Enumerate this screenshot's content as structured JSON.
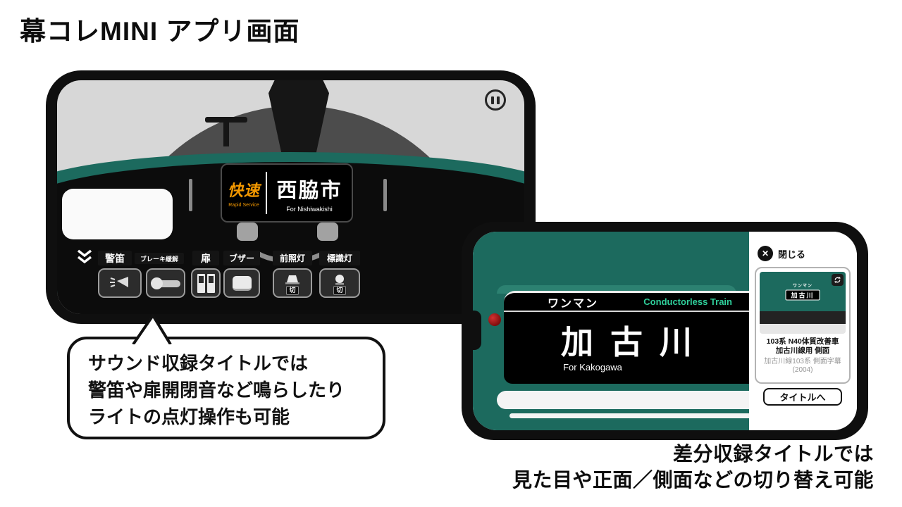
{
  "page": {
    "title": "幕コレMINI アプリ画面"
  },
  "colors": {
    "teal": "#1c6a5e",
    "orange": "#f39800",
    "green": "#2fcf9b",
    "red_light": "#7c0d0d"
  },
  "icons": {
    "pause": "pause-icon",
    "rotate_view": "rotate-view-icon",
    "collapse": "chevron-double-down-icon",
    "horn": "horn-icon",
    "brake": "brake-handle-icon",
    "doors": "doors-icon",
    "buzzer": "buzzer-icon",
    "headlight": "headlight-icon",
    "marker_light": "marker-light-icon",
    "close": "x-icon"
  },
  "phone1": {
    "sign": {
      "type_jp": "快速",
      "type_en": "Rapid Service",
      "dest_jp": "西脇市",
      "dest_en": "For Nishiwakishi"
    },
    "controls": {
      "labels": {
        "horn": "警笛",
        "brake": "ブレーキ緩解",
        "door": "扉",
        "buzzer": "ブザー",
        "headlight": "前照灯",
        "marker": "標識灯"
      },
      "off_badge": "切"
    }
  },
  "bubble": {
    "lines": [
      "サウンド収録タイトルでは",
      "警笛や扉開閉音など鳴らしたり",
      "ライトの点灯操作も可能"
    ]
  },
  "phone2": {
    "sign": {
      "oneman": "ワンマン",
      "oneman_en": "Conductorless Train",
      "dest_jp": "加古川",
      "dest_en": "For Kakogawa"
    },
    "panel": {
      "close_x": "✕",
      "close_label": "閉じる",
      "card": {
        "mini_oneman": "ワンマン",
        "mini_dest": "加古川",
        "line1": "103系 N40体質改善車",
        "line2": "加古川線用 側面",
        "line3": "加古川線103系 側面字幕",
        "line4": "(2004)"
      },
      "title_button": "タイトルへ"
    }
  },
  "caption": {
    "lines": [
      "差分収録タイトルでは",
      "見た目や正面／側面などの切り替え可能"
    ]
  }
}
